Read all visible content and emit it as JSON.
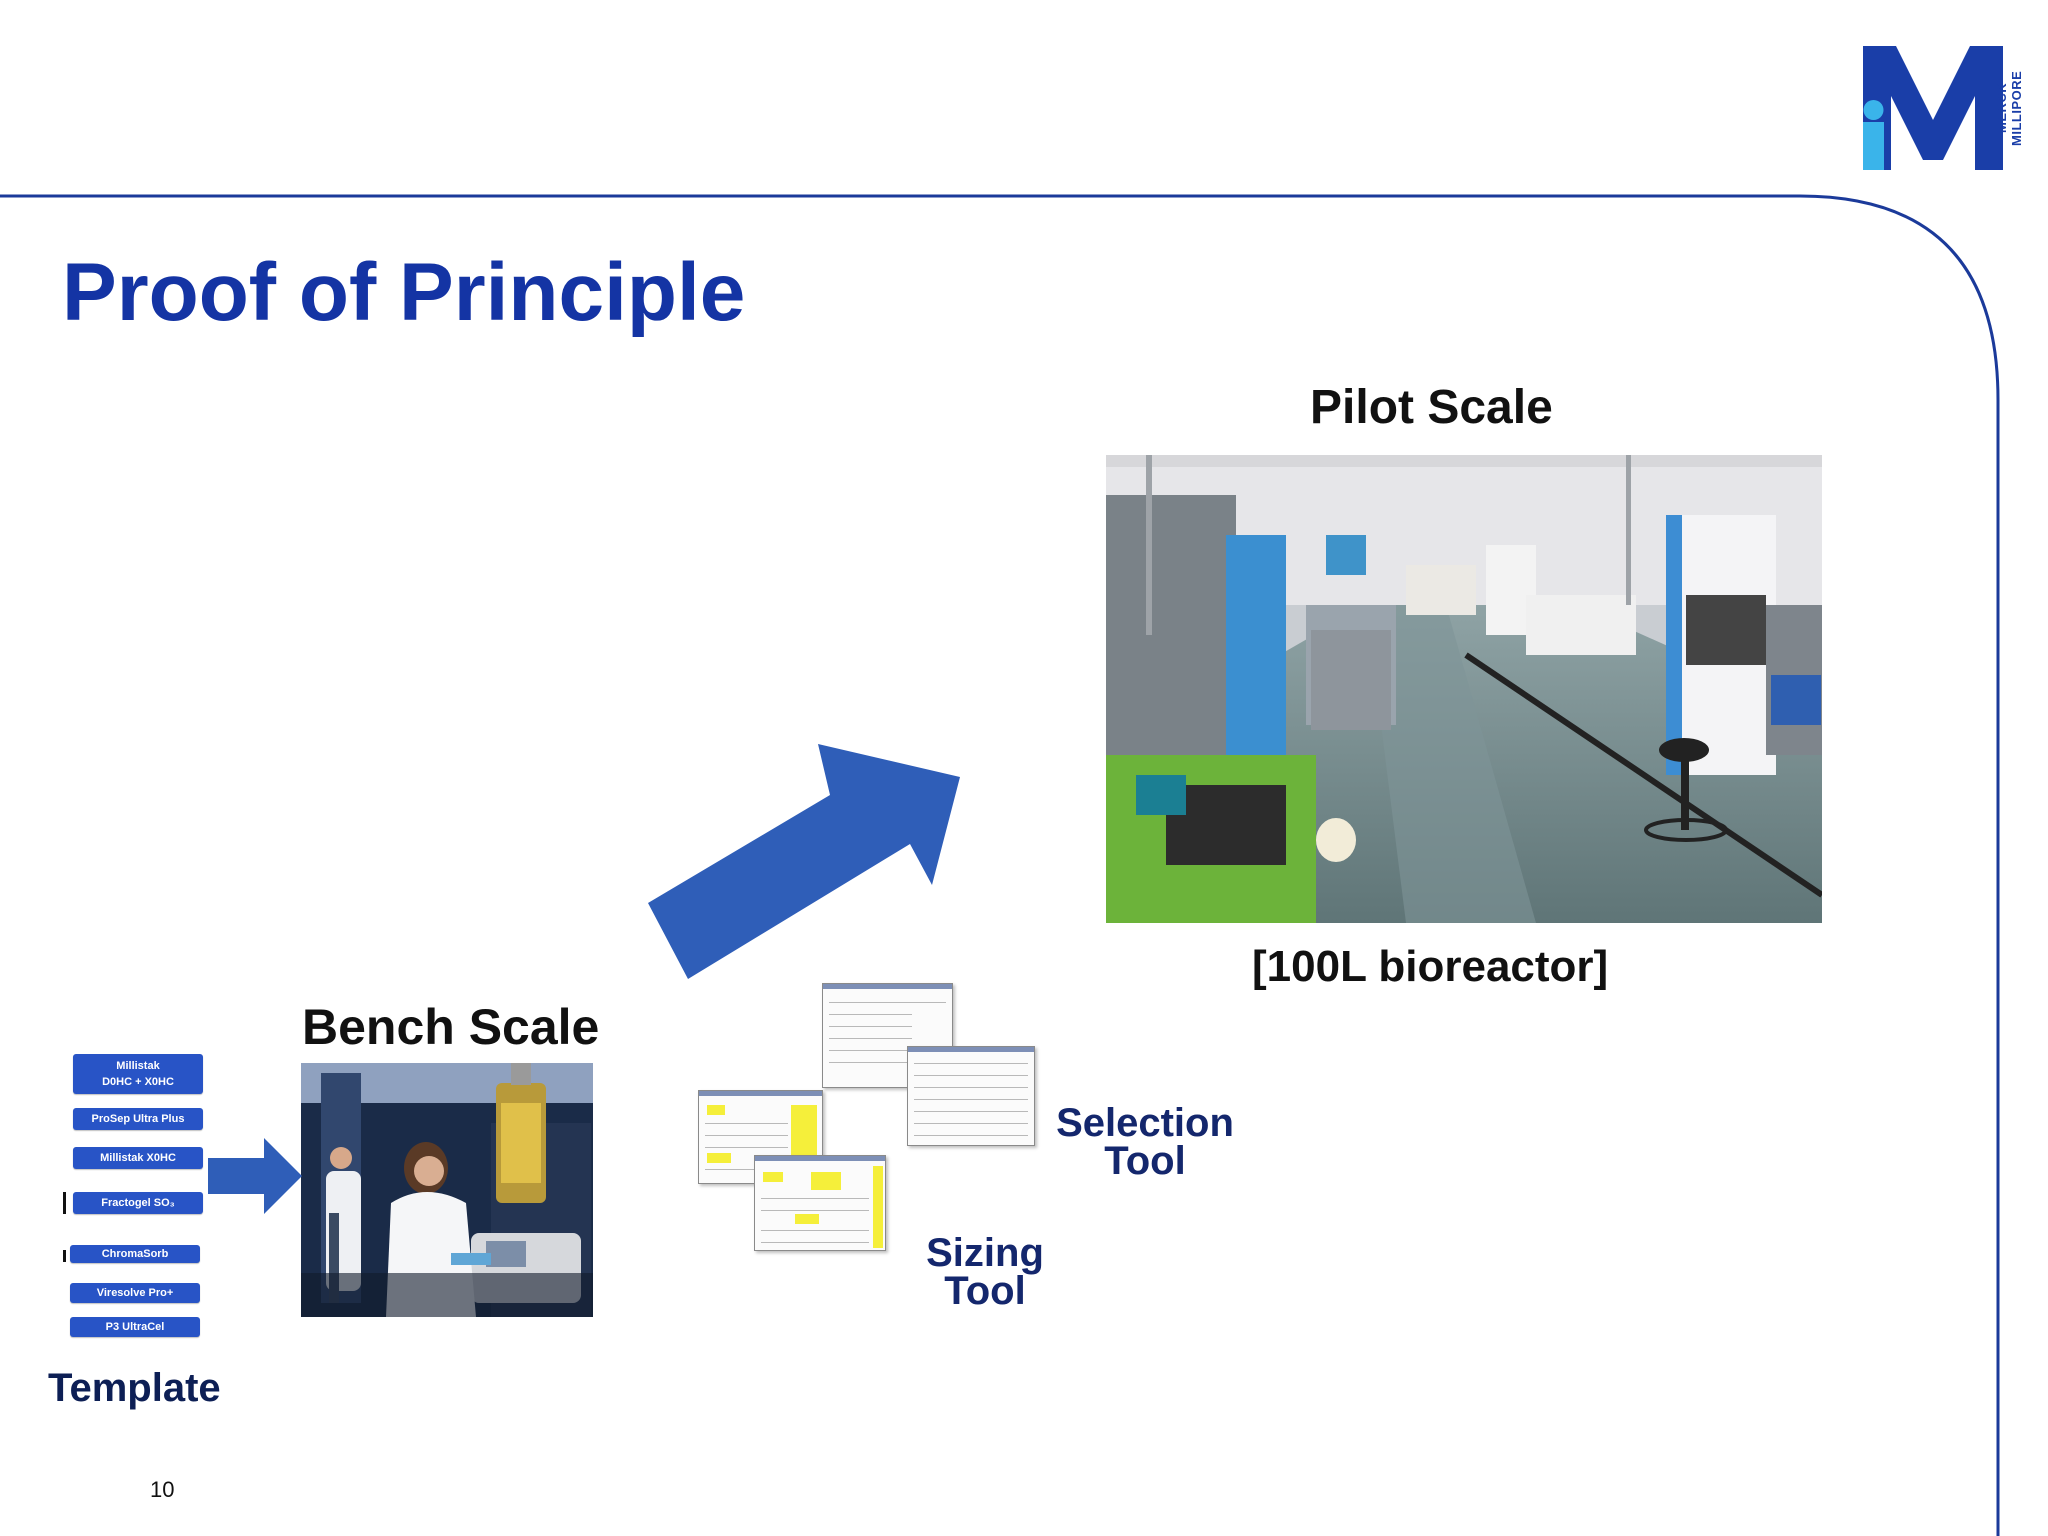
{
  "slide": {
    "title": "Proof of Principle",
    "page_number": "10"
  },
  "brand": {
    "logo_text": "MERCK MILLIPORE",
    "colors": {
      "logo_blue": "#1a3ea8",
      "logo_cyan": "#3ab4ea",
      "title_blue": "#1434a4",
      "arrow_blue": "#2f5eb8",
      "template_box": "#2854c6"
    }
  },
  "pilot": {
    "title": "Pilot Scale",
    "caption": "[100L bioreactor]"
  },
  "bench": {
    "title": "Bench Scale"
  },
  "template": {
    "label": "Template",
    "items": [
      {
        "line1": "Millistak",
        "line2": "D0HC + X0HC"
      },
      {
        "line1": "ProSep Ultra Plus"
      },
      {
        "line1": "Millistak X0HC"
      },
      {
        "line1": "Fractogel SO₃"
      },
      {
        "line1": "ChromaSorb"
      },
      {
        "line1": "Viresolve Pro+"
      },
      {
        "line1": "P3 UltraCel"
      }
    ]
  },
  "tools": {
    "selection_line1": "Selection",
    "selection_line2": "Tool",
    "sizing_line1": "Sizing",
    "sizing_line2": "Tool"
  }
}
